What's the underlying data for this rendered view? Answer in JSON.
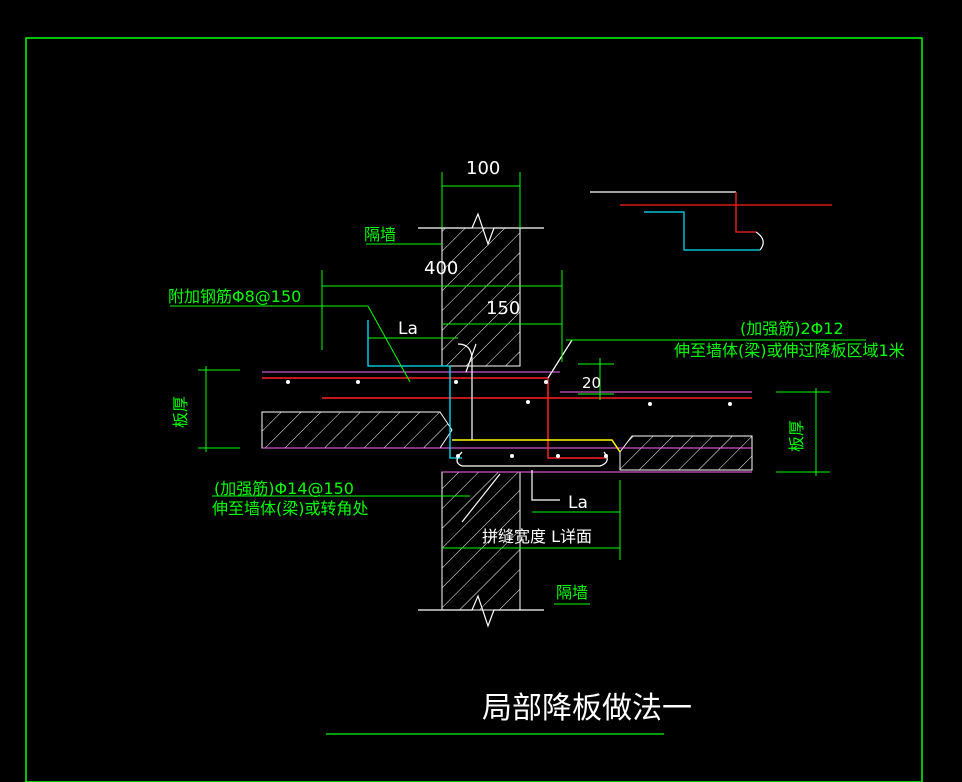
{
  "drawing": {
    "title": "局部降板做法一",
    "labels": {
      "dim_100": "100",
      "dim_400": "400",
      "dim_150": "150",
      "dim_20": "20",
      "la_upper": "La",
      "la_lower": "La",
      "wall_top": "隔墙",
      "wall_bottom": "隔墙",
      "additional_bar": "附加钢筋Φ8@150",
      "reinforce_right_1": "(加强筋)2Φ12",
      "reinforce_right_2": "伸至墙体(梁)或伸过降板区域1米",
      "reinforce_left_1": "(加强筋)Φ14@150",
      "reinforce_left_2": "伸至墙体(梁)或转角处",
      "slab_thick_left": "板厚",
      "slab_thick_right": "板厚",
      "seam_width": "拼缝宽度 L详面"
    },
    "colors": {
      "background": "#000000",
      "frame": "#00ff00",
      "text": "#00ff00",
      "title": "#ffffff",
      "rebar_red": "#ff2020",
      "rebar_yellow": "#ffff00",
      "rebar_cyan": "#00e5ff",
      "rebar_magenta": "#ff66ff",
      "line_white": "#ffffff"
    }
  }
}
